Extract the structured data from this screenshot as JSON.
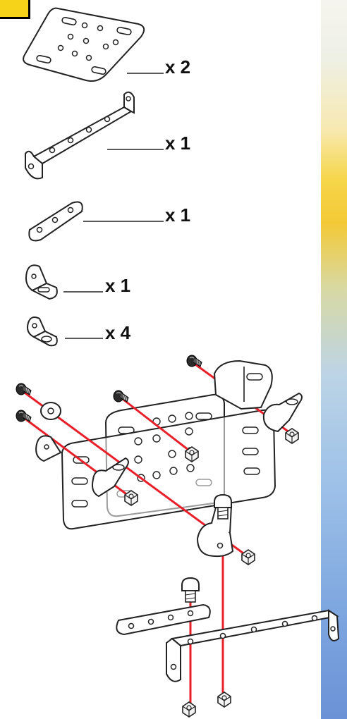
{
  "parts_list": {
    "quantities": [
      {
        "label": "x 2"
      },
      {
        "label": "x 1"
      },
      {
        "label": "x 1"
      },
      {
        "label": "x 1"
      },
      {
        "label": "x 4"
      }
    ]
  },
  "colors": {
    "badge_fill": "#f6d219",
    "axis_red": "#e8202a",
    "strip_yellow": "#f3c936",
    "strip_blue": "#7ea6df"
  }
}
